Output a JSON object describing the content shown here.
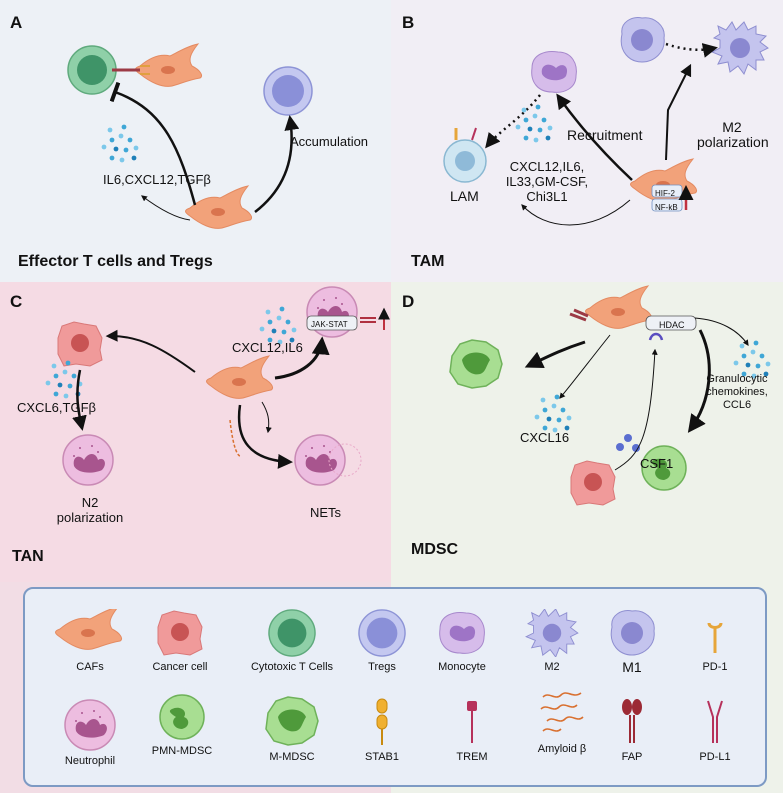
{
  "panels": {
    "a": {
      "letter": "A",
      "title": "Effector T cells and Tregs",
      "cytokines": "IL6,CXCL12,TGFβ",
      "accumulation": "Accumulation"
    },
    "b": {
      "letter": "B",
      "title": "TAM",
      "recruitment": "Recruitment",
      "m2_polarization_line1": "M2",
      "m2_polarization_line2": "polarization",
      "lam": "LAM",
      "cytokines_line1": "CXCL12,IL6,",
      "cytokines_line2": "IL33,GM-CSF,",
      "cytokines_line3": "Chi3L1",
      "hif2": "HIF-2",
      "nfkb": "NF-kB"
    },
    "c": {
      "letter": "C",
      "title": "TAN",
      "cytokines_left": "CXCL6,TGFβ",
      "cytokines_right": "CXCL12,IL6",
      "jak_stat": "JAK-STAT",
      "n2_line1": "N2",
      "n2_line2": "polarization",
      "nets": "NETs"
    },
    "d": {
      "letter": "D",
      "title": "MDSC",
      "hdac": "HDAC",
      "chemokines_line1": "Granulocytic",
      "chemokines_line2": "chemokines,",
      "chemokines_line3": "CCL6",
      "cxcl16": "CXCL16",
      "csf1": "CSF1"
    }
  },
  "legend": {
    "items": [
      {
        "label": "CAFs",
        "icon": "caf-cell-icon"
      },
      {
        "label": "Cancer cell",
        "icon": "cancer-cell-icon"
      },
      {
        "label": "Cytotoxic T Cells",
        "icon": "cytotoxic-t-cell-icon"
      },
      {
        "label": "Tregs",
        "icon": "treg-cell-icon"
      },
      {
        "label": "Monocyte",
        "icon": "monocyte-icon"
      },
      {
        "label": "M2",
        "icon": "m2-macrophage-icon"
      },
      {
        "label": "M1",
        "icon": "m1-macrophage-icon"
      },
      {
        "label": "PD-1",
        "icon": "pd1-receptor-icon"
      },
      {
        "label": "Neutrophil",
        "icon": "neutrophil-icon"
      },
      {
        "label": "PMN-MDSC",
        "icon": "pmn-mdsc-icon"
      },
      {
        "label": "M-MDSC",
        "icon": "m-mdsc-icon"
      },
      {
        "label": "STAB1",
        "icon": "stab1-receptor-icon"
      },
      {
        "label": "TREM",
        "icon": "trem-receptor-icon"
      },
      {
        "label": "Amyloid β",
        "icon": "amyloid-beta-icon"
      },
      {
        "label": "FAP",
        "icon": "fap-receptor-icon"
      },
      {
        "label": "PD-L1",
        "icon": "pdl1-receptor-icon"
      }
    ]
  },
  "colors": {
    "caf": "#f2a27a",
    "cancer": "#f09a9a",
    "t_cell": "#7fc49a",
    "treg": "#9ea7e0",
    "monocyte": "#c8a8e0",
    "neutrophil": "#e6a6d2",
    "mdsc": "#8fd17a",
    "cytokine": "#3fa7d6",
    "legend_border": "#7d9ac4"
  }
}
